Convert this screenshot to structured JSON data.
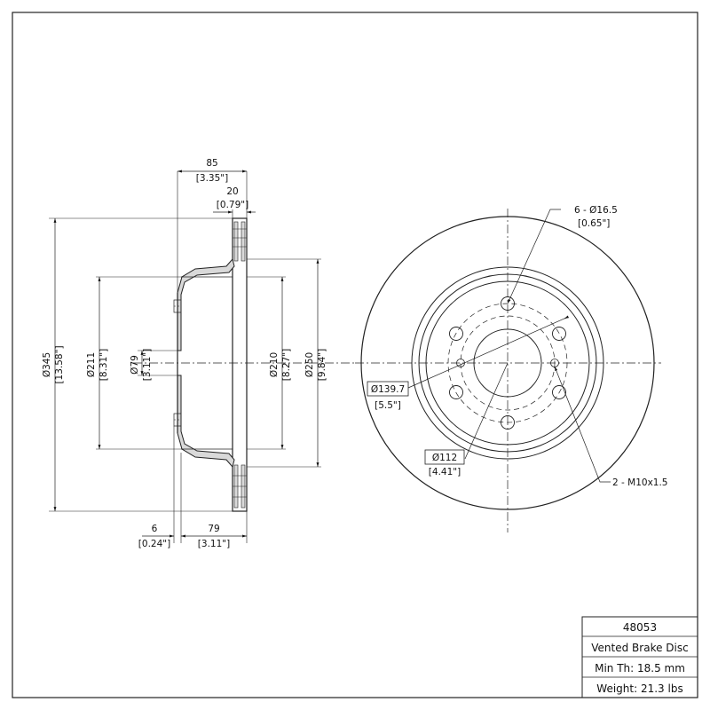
{
  "side_view": {
    "width_total": {
      "mm": "85",
      "in": "[3.35\"]"
    },
    "disc_thickness": {
      "mm": "20",
      "in": "[0.79\"]"
    },
    "hat_offset": {
      "mm": "6",
      "in": "[0.24\"]"
    },
    "hat_depth": {
      "mm": "79",
      "in": "[3.11\"]"
    },
    "outer_dia": {
      "mm": "Ø345",
      "in": "[13.58\"]"
    },
    "hat_dia": {
      "mm": "Ø211",
      "in": "[8.31\"]"
    },
    "bore_dia": {
      "mm": "Ø79",
      "in": "[3.11\"]"
    },
    "inner_hat_dia": {
      "mm": "Ø210",
      "in": "[8.27\"]"
    },
    "friction_inner_dia": {
      "mm": "Ø250",
      "in": "[9.84\"]"
    }
  },
  "front_view": {
    "bolt_holes": {
      "mm": "6 - Ø16.5",
      "in": "[0.65\"]"
    },
    "bolt_circle": {
      "mm": "Ø139.7",
      "in": "[5.5\"]"
    },
    "thread_circle": {
      "mm": "Ø112",
      "in": "[4.41\"]"
    },
    "threads": {
      "label": "2 - M10x1.5"
    }
  },
  "title_block": {
    "part_number": "48053",
    "description": "Vented Brake Disc",
    "min_thickness": "Min Th: 18.5 mm",
    "weight": "Weight: 21.3 lbs"
  }
}
